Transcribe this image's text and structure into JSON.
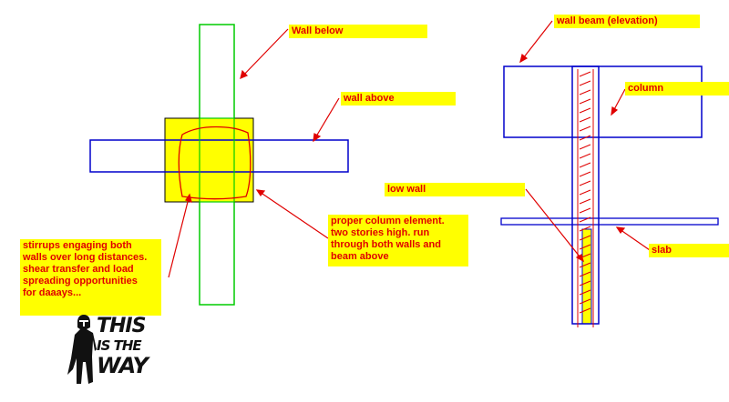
{
  "notes": {
    "wall_below": "Wall below",
    "wall_above": "wall above",
    "wall_beam": "wall beam (elevation)",
    "column": "column",
    "low_wall": "low wall",
    "slab": "slab",
    "proper_column": "proper column element.\ntwo stories high.  run\nthrough both walls and\nbeam above",
    "stirrups": "stirrups engaging both\nwalls over long distances.\n shear transfer and load\nspreading opportunities\nfor daaays..."
  },
  "logo": {
    "line1": "THIS",
    "line2": "IS THE",
    "line3": "WAY"
  },
  "colors": {
    "note_bg": "#ffff00",
    "note_text": "#e00000",
    "wall_blue": "#0000cc",
    "wall_green": "#00cc00",
    "arrow_red": "#e00000",
    "column_fill": "#ffff00"
  }
}
